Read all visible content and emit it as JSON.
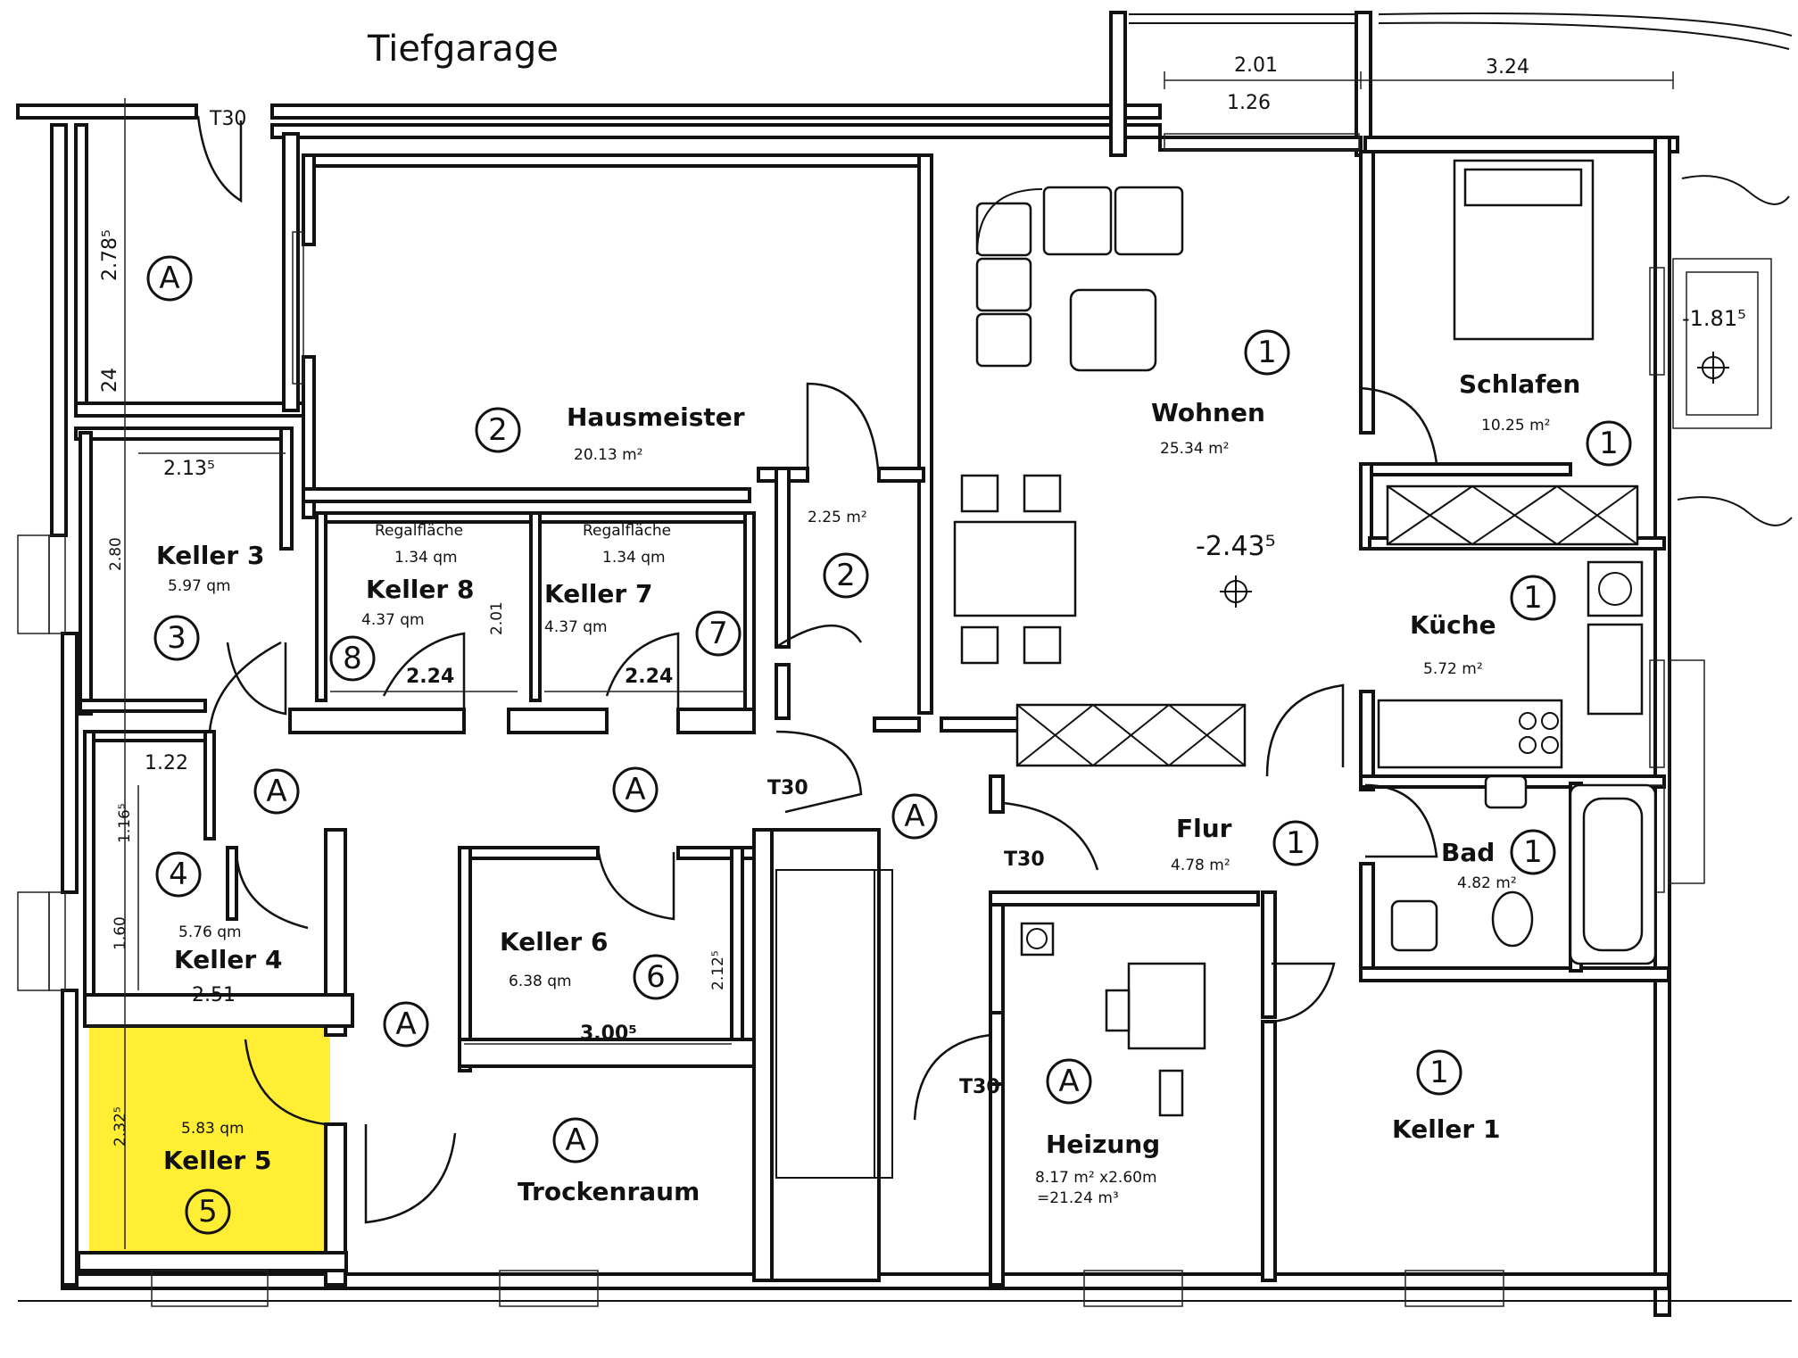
{
  "colors": {
    "highlight": "#ffee33",
    "line": "#111111",
    "paper": "#ffffff"
  },
  "top_label": "Tiefgarage",
  "dims_top": {
    "d1": "2.01",
    "d2": "1.26",
    "d3": "3.24"
  },
  "elevation_main": "-2.43⁵",
  "elevation_right": "-1.81⁵",
  "door_marks": {
    "t30_top": "T30",
    "t30_mid": "T30",
    "t30_flur": "T30",
    "t30_heiz": "T30"
  },
  "rooms": {
    "hausmeister": {
      "name": "Hausmeister",
      "area": "20.13 m²",
      "num": "2"
    },
    "wohnen": {
      "name": "Wohnen",
      "area": "25.34 m²",
      "num": "1"
    },
    "schlafen": {
      "name": "Schlafen",
      "area": "10.25 m²",
      "num": "1"
    },
    "kueche": {
      "name": "Küche",
      "area": "5.72 m²",
      "num": "1"
    },
    "flur": {
      "name": "Flur",
      "area": "4.78 m²",
      "num": "1"
    },
    "bad": {
      "name": "Bad",
      "area": "4.82 m²",
      "num": "1"
    },
    "keller1": {
      "name": "Keller 1",
      "num": "1"
    },
    "keller3": {
      "name": "Keller 3",
      "area": "5.97 qm",
      "num": "3",
      "w": "2.13⁵",
      "h": "2.80"
    },
    "keller4": {
      "name": "Keller 4",
      "area": "5.76 qm",
      "num": "4",
      "w": "2.51",
      "w2": "1.22",
      "h1": "1.16⁵",
      "h2": "1.60"
    },
    "keller5": {
      "name": "Keller 5",
      "area": "5.83 qm",
      "num": "5",
      "h": "2.32⁵"
    },
    "keller6": {
      "name": "Keller 6",
      "area": "6.38 qm",
      "num": "6",
      "w": "3.00⁵",
      "h": "2.12⁵"
    },
    "keller7": {
      "name": "Keller 7",
      "area": "4.37 qm",
      "num": "7",
      "shelf": "Regalfläche",
      "shelf_area": "1.34 qm",
      "w": "2.24"
    },
    "keller8": {
      "name": "Keller 8",
      "area": "4.37 qm",
      "num": "8",
      "shelf": "Regalfläche",
      "shelf_area": "1.34 qm",
      "w": "2.24",
      "h": "2.01"
    },
    "small2": {
      "area": "2.25 m²",
      "num": "2"
    },
    "heizung": {
      "name": "Heizung",
      "area1": "8.17 m² x2.60m",
      "area2": "=21.24 m³",
      "mark": "A"
    },
    "trockenraum": {
      "name": "Trockenraum",
      "mark": "A"
    },
    "roomA_top": {
      "mark": "A",
      "h": "2.78⁵",
      "h2": "24"
    }
  },
  "common_mark": "A"
}
